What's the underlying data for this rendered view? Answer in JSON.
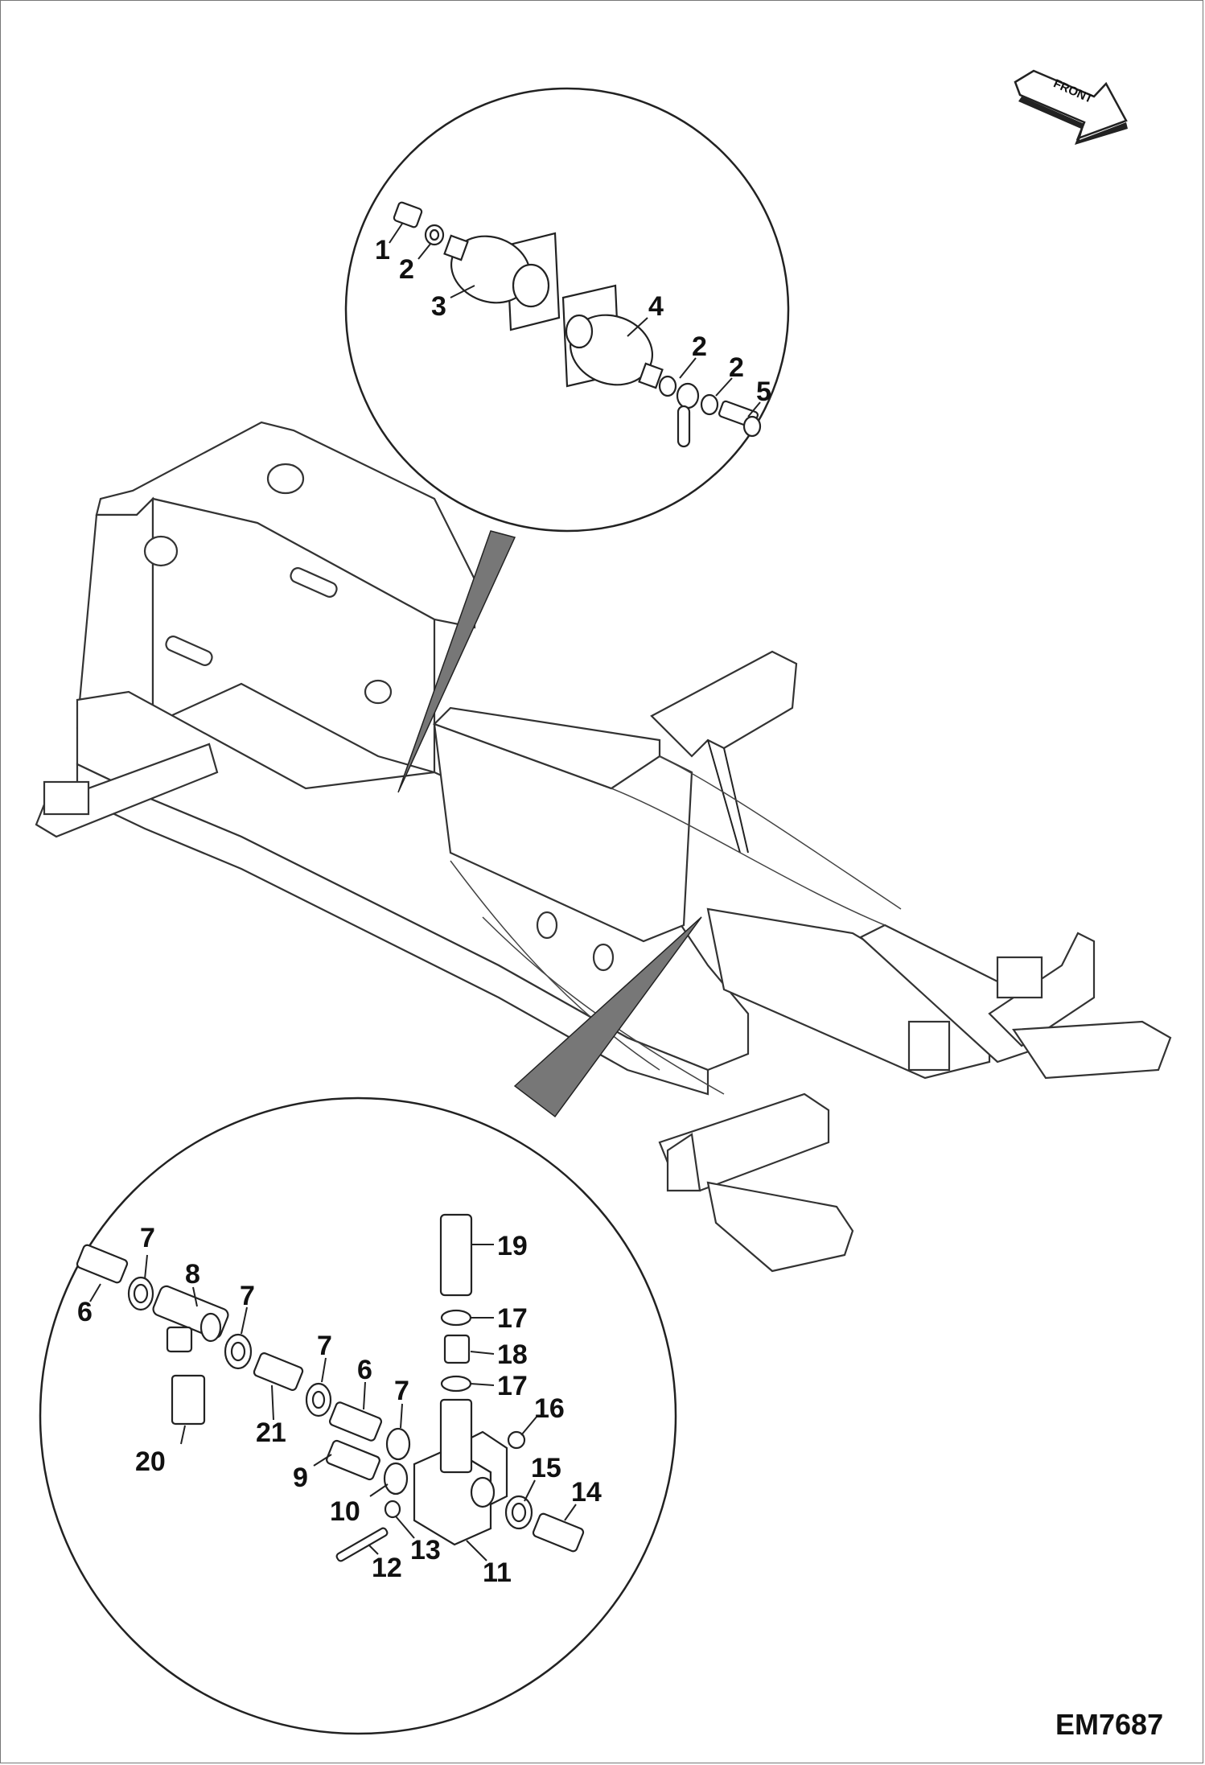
{
  "direction_arrow": {
    "label": "FRONT"
  },
  "figure_code": "EM7687",
  "callouts": [
    "1",
    "2",
    "3",
    "4",
    "2",
    "2",
    "5",
    "7",
    "8",
    "7",
    "7",
    "6",
    "7",
    "6",
    "20",
    "21",
    "9",
    "10",
    "12",
    "13",
    "11",
    "14",
    "15",
    "16",
    "17",
    "18",
    "17",
    "19"
  ]
}
